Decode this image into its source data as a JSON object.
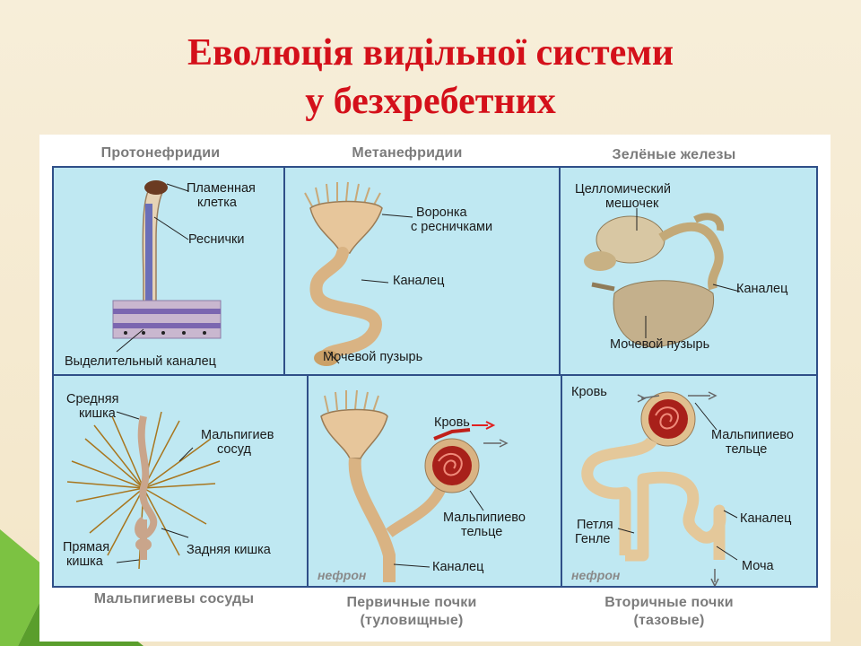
{
  "slide": {
    "title_line1": "Еволюція видільної системи",
    "title_line2": "у безхребетних"
  },
  "figure": {
    "captions": {
      "top_1": "Протонефридии",
      "top_2": "Метанефридии",
      "top_3": "Зелёные железы",
      "bottom_1": "Мальпигиевы сосуды",
      "bottom_2a": "Первичные почки",
      "bottom_2b": "(туловищные)",
      "bottom_3a": "Вторичные почки",
      "bottom_3b": "(тазовые)"
    },
    "panel1": {
      "label_flame_1": "Пламенная",
      "label_flame_2": "клетка",
      "label_cilia": "Реснички",
      "label_canal": "Выделительный каналец"
    },
    "panel2": {
      "label_funnel_1": "Воронка",
      "label_funnel_2": "с ресничками",
      "label_canal": "Каналец",
      "label_bladder": "Мочевой пузырь"
    },
    "panel3": {
      "label_sac_1": "Целломический",
      "label_sac_2": "мешочек",
      "label_canal": "Каналец",
      "label_bladder": "Мочевой пузырь"
    },
    "panel4": {
      "label_midgut_1": "Средняя",
      "label_midgut_2": "кишка",
      "label_malp_1": "Мальпигиев",
      "label_malp_2": "сосуд",
      "label_rectum_1": "Прямая",
      "label_rectum_2": "кишка",
      "label_hindgut": "Задняя кишка"
    },
    "panel5": {
      "label_blood": "Кровь",
      "label_body_1": "Мальпипиево",
      "label_body_2": "тельце",
      "label_canal": "Каналец",
      "label_nephron": "нефрон"
    },
    "panel6": {
      "label_blood": "Кровь",
      "label_body_1": "Мальпипиево",
      "label_body_2": "тельце",
      "label_loop_1": "Петля",
      "label_loop_2": "Генле",
      "label_canal": "Каналец",
      "label_urine": "Моча",
      "label_nephron": "нефрон"
    }
  }
}
